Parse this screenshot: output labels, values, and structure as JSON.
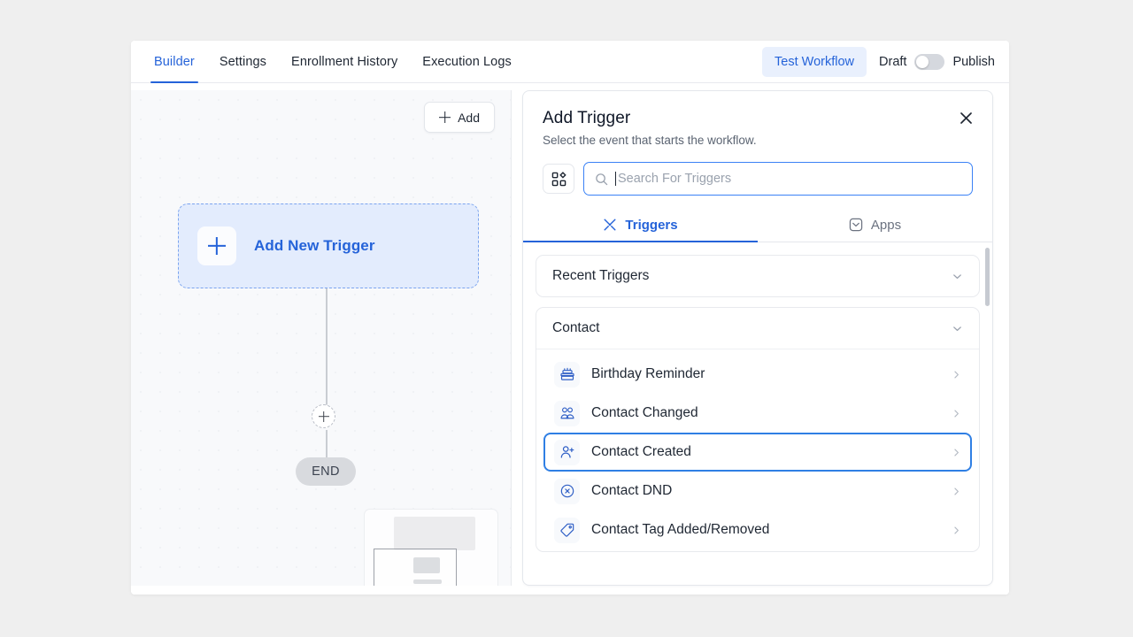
{
  "topnav": {
    "tabs": [
      {
        "label": "Builder",
        "active": true
      },
      {
        "label": "Settings",
        "active": false
      },
      {
        "label": "Enrollment History",
        "active": false
      },
      {
        "label": "Execution Logs",
        "active": false
      }
    ],
    "test_workflow_label": "Test Workflow",
    "draft_label": "Draft",
    "publish_label": "Publish",
    "toggle_state": "off",
    "accent_color": "#2563d9"
  },
  "canvas": {
    "add_button_label": "Add",
    "trigger_card_label": "Add New Trigger",
    "end_node_label": "END",
    "add_node_icon": "plus-icon",
    "minimap_present": true
  },
  "panel": {
    "title": "Add Trigger",
    "subtitle": "Select the event that starts the workflow.",
    "close_icon": "close-icon",
    "grid_icon": "grid-view-icon",
    "search": {
      "placeholder": "Search For Triggers",
      "value": "",
      "icon": "search-icon"
    },
    "tabs": [
      {
        "label": "Triggers",
        "icon": "tools-icon",
        "active": true
      },
      {
        "label": "Apps",
        "icon": "inbox-icon",
        "active": false
      }
    ],
    "groups": [
      {
        "name": "Recent Triggers",
        "expanded": false,
        "chevron_icon": "chevron-down-icon",
        "items": []
      },
      {
        "name": "Contact",
        "expanded": true,
        "chevron_icon": "chevron-down-icon",
        "items": [
          {
            "label": "Birthday Reminder",
            "icon": "birthday-cake-icon",
            "selected": false,
            "arrow_icon": "chevron-right-icon"
          },
          {
            "label": "Contact Changed",
            "icon": "users-icon",
            "selected": false,
            "arrow_icon": "chevron-right-icon"
          },
          {
            "label": "Contact Created",
            "icon": "user-plus-icon",
            "selected": true,
            "arrow_icon": "chevron-right-icon"
          },
          {
            "label": "Contact DND",
            "icon": "do-not-disturb-icon",
            "selected": false,
            "arrow_icon": "chevron-right-icon"
          },
          {
            "label": "Contact Tag Added/Removed",
            "icon": "tag-icon",
            "selected": false,
            "arrow_icon": "chevron-right-icon"
          }
        ]
      }
    ],
    "scrollbar_visible": true
  }
}
